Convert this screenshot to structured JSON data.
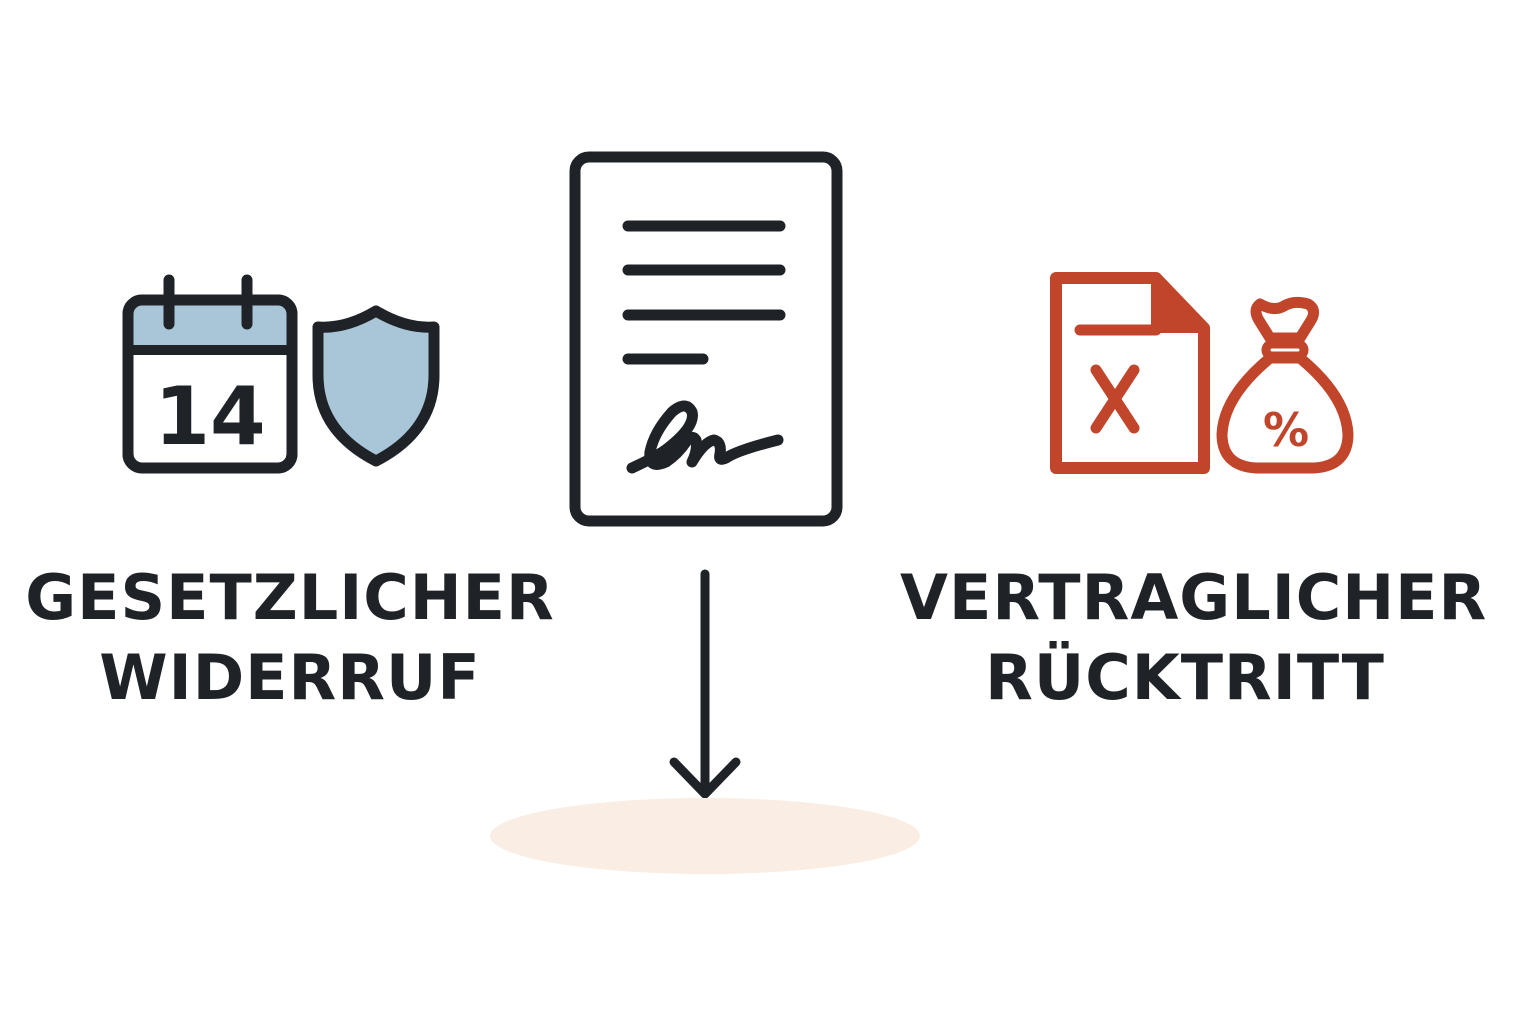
{
  "colors": {
    "ink": "#1f2328",
    "blue_fill": "#a9c6d8",
    "red": "#c0452a",
    "ellipse_fill": "#faeee4",
    "background": "#ffffff"
  },
  "left": {
    "calendar_day": "14",
    "title_line_1": "GESETZLICHER",
    "title_line_2": "WIDERRUF",
    "icons": [
      "calendar-icon",
      "shield-icon"
    ]
  },
  "center": {
    "icons": [
      "signed-document-icon",
      "down-arrow-icon"
    ],
    "target": "ellipse-placeholder"
  },
  "right": {
    "percent_symbol": "%",
    "title_line_1": "VERTRAGLICHER",
    "title_line_2": "RÜCKTRITT",
    "icons": [
      "cancelled-file-icon",
      "money-bag-percent-icon"
    ]
  }
}
